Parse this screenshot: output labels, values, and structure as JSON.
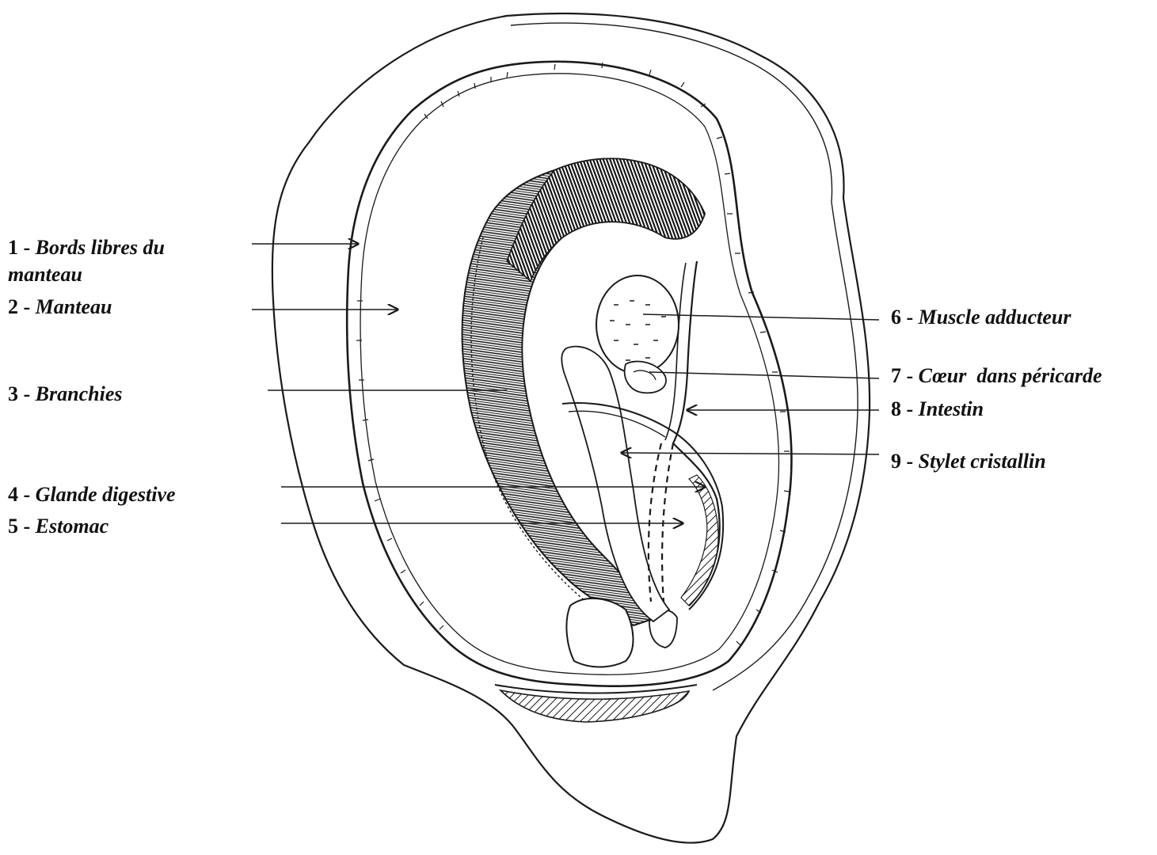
{
  "labels": {
    "l1_num": "1 - ",
    "l1_text": "Bords libres du",
    "l1_text2": "manteau",
    "l2_num": "2 - ",
    "l2_text": "Manteau",
    "l3_num": "3 - ",
    "l3_text": "Branchies",
    "l4_num": "4 - ",
    "l4_text": "Glande digestive",
    "l5_num": "5 - ",
    "l5_text": "Estomac",
    "l6_num": "6 - ",
    "l6_text": "Muscle adducteur",
    "l7_num": "7 - ",
    "l7_text": "Cœur  dans péricarde",
    "l8_num": "8 - ",
    "l8_text": "Intestin",
    "l9_num": "9 - ",
    "l9_text": "Stylet cristallin"
  },
  "colors": {
    "ink": "#1a1a1a",
    "paper": "#ffffff"
  }
}
